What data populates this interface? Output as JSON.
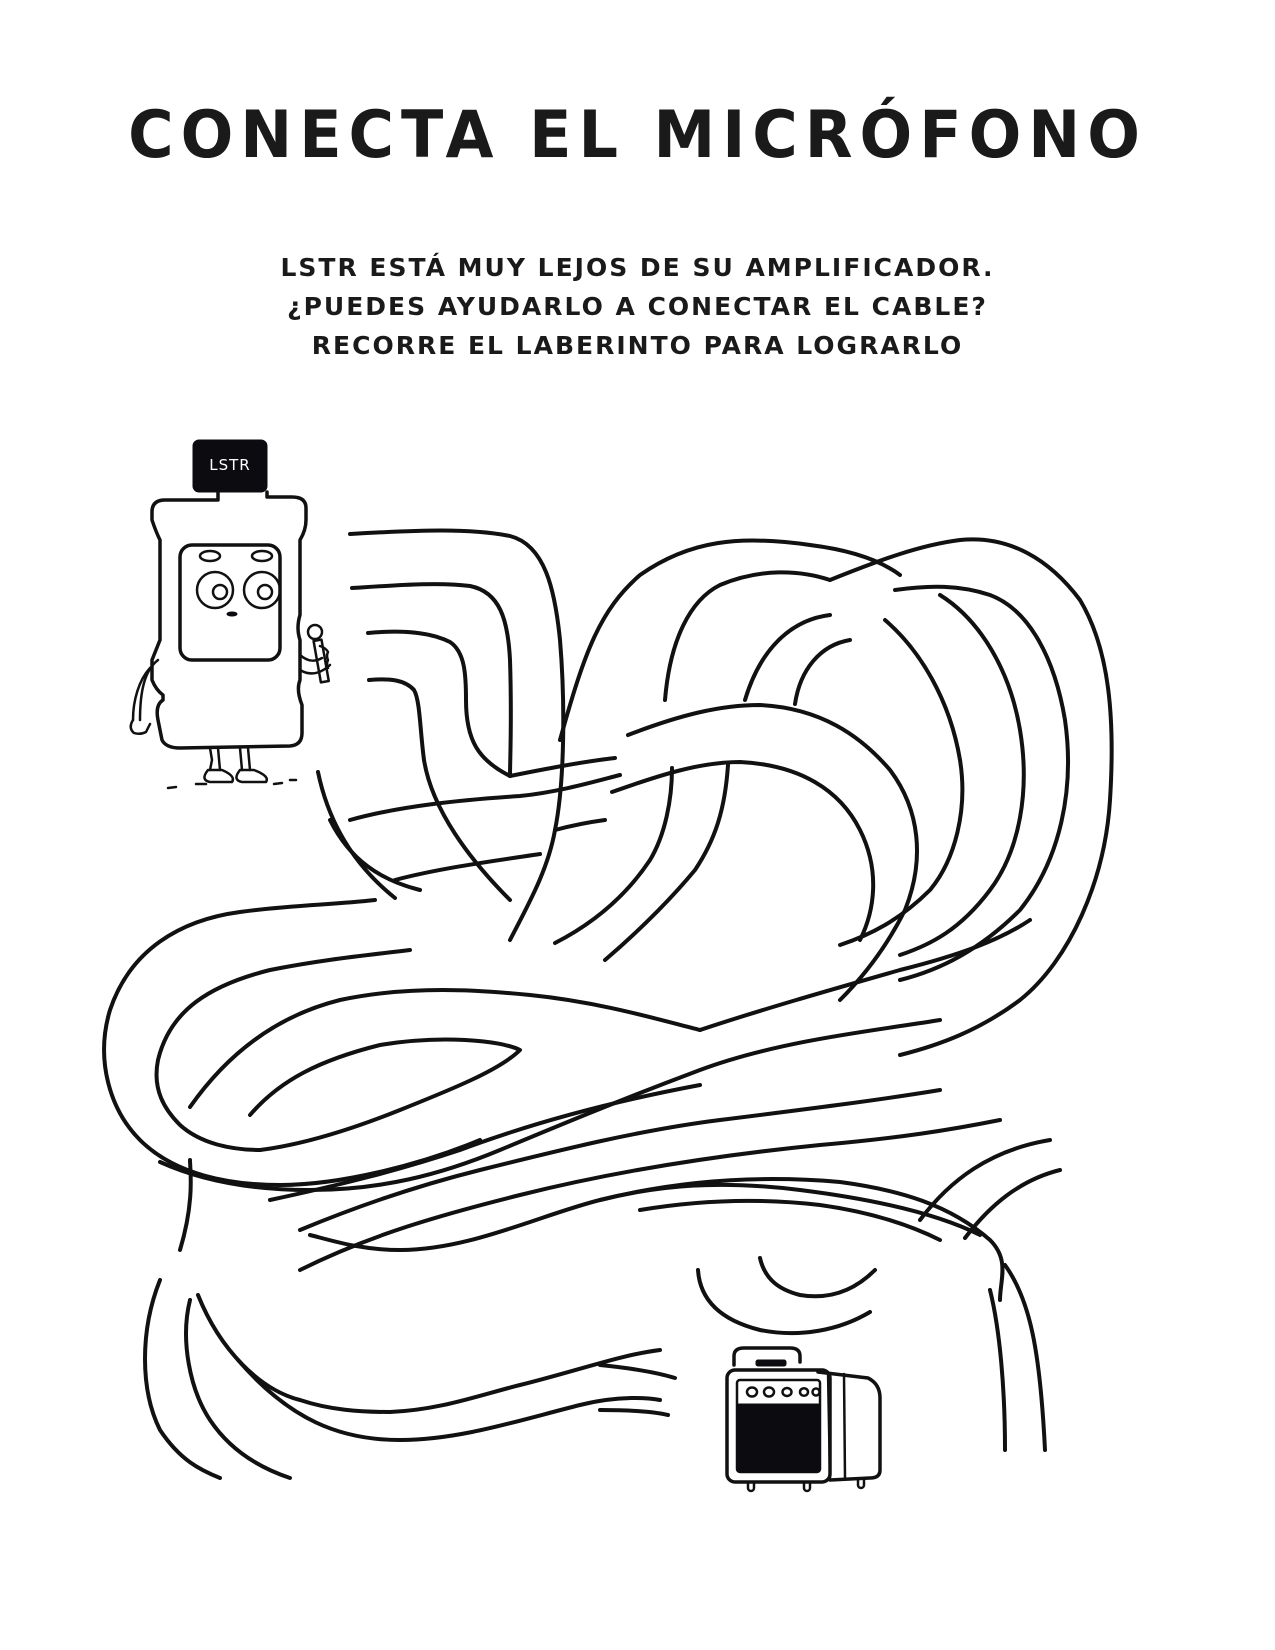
{
  "page": {
    "title": "CONECTA EL MICRÓFONO",
    "instructions": [
      "LSTR ESTÁ MUY LEJOS DE SU AMPLIFICADOR.",
      "¿PUEDES AYUDARLO A CONECTAR EL CABLE?",
      "RECORRE EL LABERINTO PARA LOGRARLO"
    ]
  },
  "character": {
    "name_label": "LSTR",
    "icon": "mouthwash-bottle-character",
    "holding": "microphone-icon"
  },
  "goal": {
    "icon": "amplifier-icon",
    "knob_count": 5
  },
  "colors": {
    "ink": "#111111",
    "background": "#ffffff",
    "label_bg": "#0c0c10"
  }
}
